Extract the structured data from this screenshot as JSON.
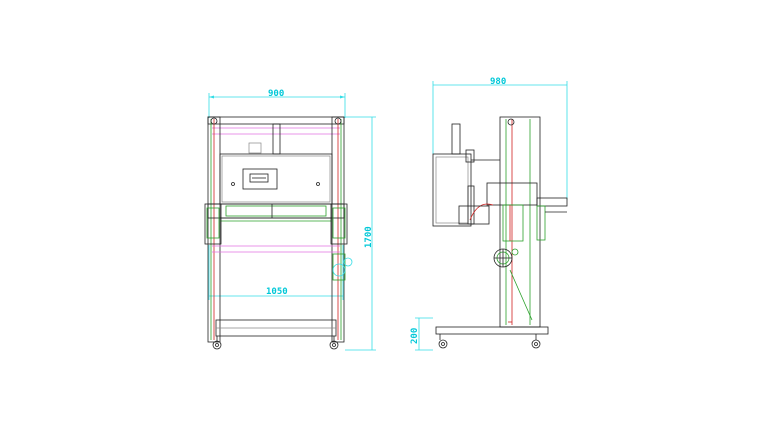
{
  "dimensions": {
    "front_width": "900",
    "front_inner_width": "1050",
    "front_height": "1700",
    "side_width": "980",
    "side_base_height": "200"
  },
  "colors": {
    "dimension": "#33dde6",
    "dimension_text": "#00c8d8",
    "outline": "#222222",
    "guide_green": "#2aa02a",
    "guide_red": "#d02020",
    "guide_magenta": "#e070e0"
  },
  "icons": {
    "control_panel": "display-panel-icon",
    "caster": "caster-wheel-icon",
    "handwheel": "handwheel-icon"
  }
}
